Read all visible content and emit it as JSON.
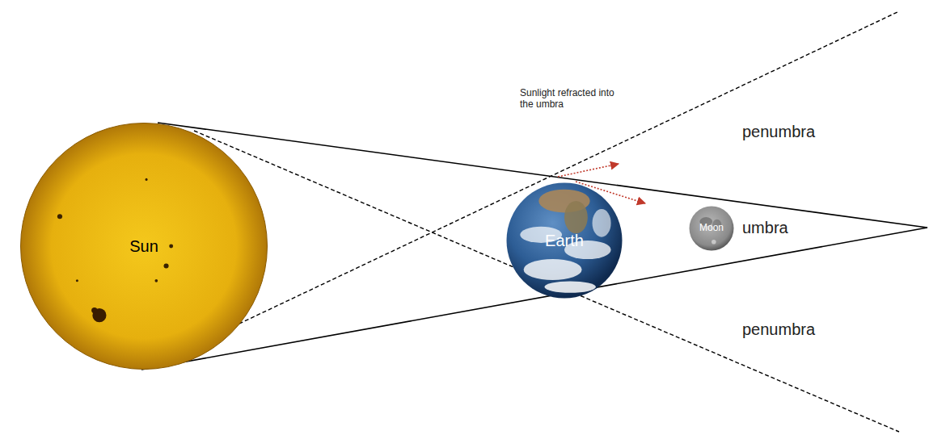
{
  "diagram": {
    "nodes": [
      {
        "text": [
          "Sun"
        ]
      },
      {
        "text": [
          "Earth"
        ]
      },
      {
        "text": [
          "Moon"
        ]
      }
    ],
    "labels": [
      "Sunlight refracted into the umbra",
      "penumbra",
      "umbra",
      "penumbra"
    ]
  }
}
